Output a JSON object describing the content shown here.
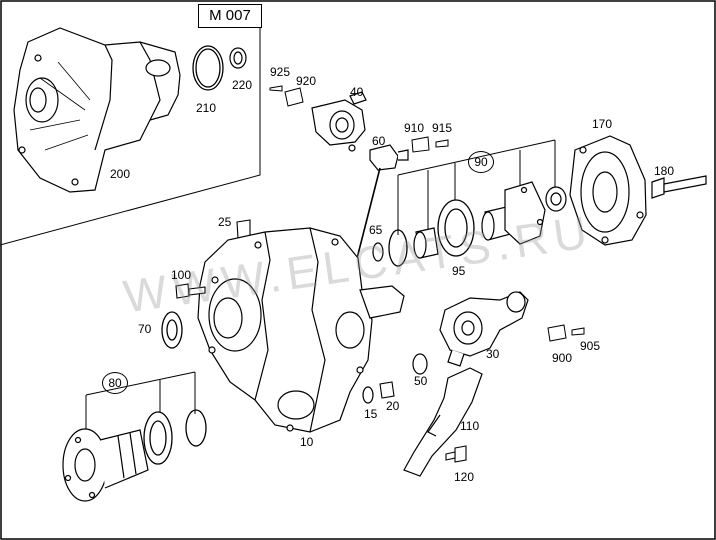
{
  "diagram": {
    "group_label": "M 007",
    "watermark": "WWW.ELCATS.RU",
    "part_numbers": {
      "p200": "200",
      "p210": "210",
      "p220": "220",
      "p925": "925",
      "p920": "920",
      "p40": "40",
      "p60": "60",
      "p910": "910",
      "p915": "915",
      "p170": "170",
      "p90": "90",
      "p180": "180",
      "p25": "25",
      "p65": "65",
      "p95": "95",
      "p100": "100",
      "p70": "70",
      "p30": "30",
      "p900": "900",
      "p905": "905",
      "p50": "50",
      "p15": "15",
      "p20": "20",
      "p80": "80",
      "p10": "10",
      "p110": "110",
      "p120": "120"
    }
  }
}
